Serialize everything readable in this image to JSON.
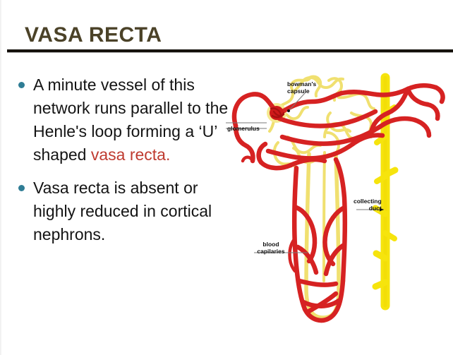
{
  "slide": {
    "title": "VASA RECTA",
    "title_color": "#4b4228",
    "rule_color": "#15110c",
    "background": "#ffffff"
  },
  "bullets": [
    {
      "marker": "bullet-dot",
      "marker_color": "#2f7d95",
      "text_lead": "A minute vessel of this network runs parallel to the Henle's loop forming a ‘U’ shaped ",
      "text_accent": "vasa recta",
      "text_tail": ".",
      "accent_color": "#bf3b30"
    },
    {
      "marker": "bullet-dot",
      "marker_color": "#2f7d95",
      "text_lead": "Vasa recta is absent or highly reduced in cortical nephrons.",
      "text_accent": "",
      "text_tail": "",
      "accent_color": "#bf3b30"
    }
  ],
  "diagram": {
    "name": "nephron-vasa-recta-diagram",
    "colors": {
      "vessel_red": "#d62222",
      "tubule_yellow": "#f2e46a",
      "duct_yellow": "#f6e40d",
      "glomerulus_red": "#cf1a1a",
      "capsule_yellow": "#f5e98f",
      "leader_line": "#7a7a7a"
    },
    "labels": [
      {
        "id": "bowman-capsule",
        "line1": "bowman's",
        "line2": "capsule"
      },
      {
        "id": "glomerulus",
        "line1": "glomerulus",
        "line2": ""
      },
      {
        "id": "collecting-duct",
        "line1": "collecting",
        "line2": "duct"
      },
      {
        "id": "blood-capillaries",
        "line1": "blood",
        "line2": "capilaries"
      }
    ]
  }
}
